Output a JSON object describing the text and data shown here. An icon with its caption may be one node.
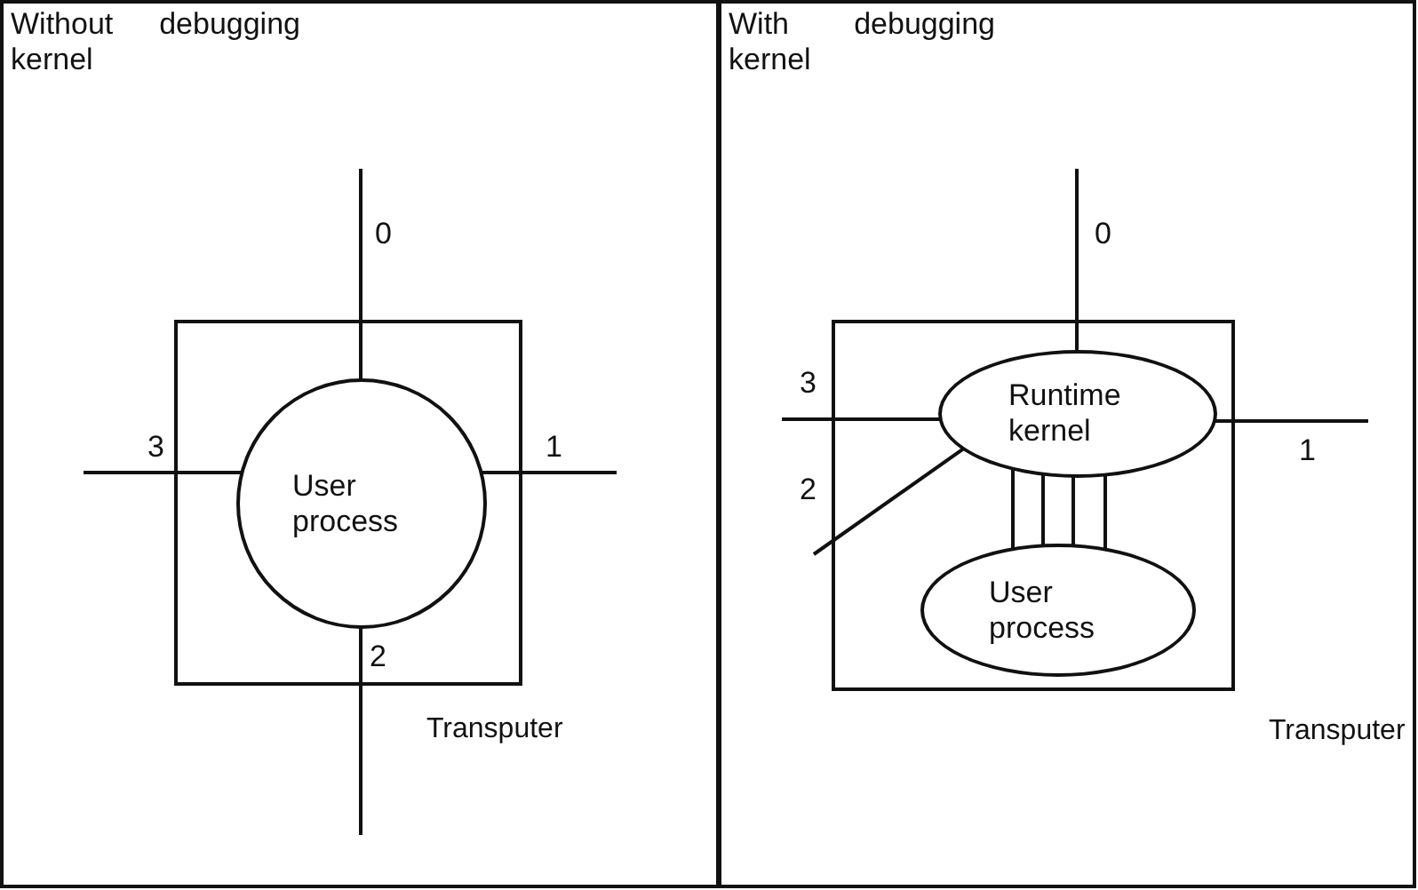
{
  "diagram": {
    "nodes": [
      {
        "text": [
          "Without debugging kernel"
        ]
      },
      {
        "text": [],
        "shape": "box",
        "in": 0,
        "beside": [
          "Transputer"
        ]
      },
      {
        "text": [
          "User process"
        ],
        "in": 1
      },
      {
        "text": [
          "With debugging kernel"
        ]
      },
      {
        "text": [],
        "shape": "box",
        "in": 3,
        "beside": [
          "Transputer"
        ]
      },
      {
        "text": [
          "Runtime kernel"
        ],
        "in": 4
      },
      {
        "text": [
          "User process"
        ],
        "in": 4
      }
    ],
    "edges": [
      {
        "from": 2,
        "to": null,
        "arrow": "none",
        "label": "0"
      },
      {
        "from": 2,
        "to": null,
        "arrow": "none",
        "label": "1"
      },
      {
        "from": 2,
        "to": null,
        "arrow": "none",
        "label": "2"
      },
      {
        "from": 2,
        "to": null,
        "arrow": "none",
        "label": "3"
      },
      {
        "from": 5,
        "to": null,
        "arrow": "none",
        "label": "0"
      },
      {
        "from": 5,
        "to": null,
        "arrow": "none",
        "label": "1"
      },
      {
        "from": 5,
        "to": null,
        "arrow": "none",
        "label": "2"
      },
      {
        "from": 5,
        "to": null,
        "arrow": "none",
        "label": "3"
      },
      {
        "from": 5,
        "to": 6,
        "arrow": "none"
      },
      {
        "from": 5,
        "to": 6,
        "arrow": "none"
      },
      {
        "from": 5,
        "to": 6,
        "arrow": "none"
      },
      {
        "from": 5,
        "to": 6,
        "arrow": "none"
      }
    ]
  }
}
